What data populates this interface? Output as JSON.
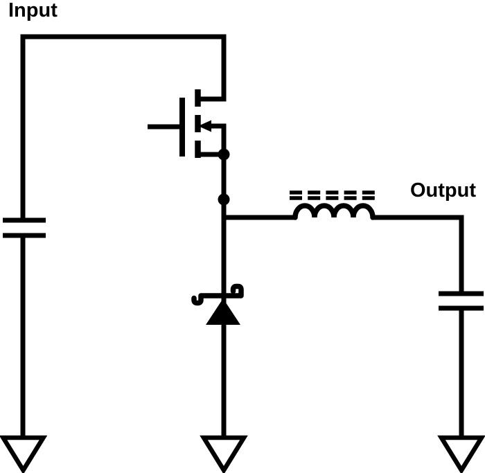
{
  "labels": {
    "input": "Input",
    "output": "Output"
  },
  "colors": {
    "line": "#000000",
    "background": "#ffffff"
  },
  "components": [
    {
      "name": "input-capacitor",
      "type": "capacitor"
    },
    {
      "name": "mosfet",
      "type": "n-channel-mosfet-with-body-diode"
    },
    {
      "name": "schottky-diode",
      "type": "schottky-diode"
    },
    {
      "name": "inductor",
      "type": "inductor-with-core"
    },
    {
      "name": "output-capacitor",
      "type": "capacitor"
    },
    {
      "name": "ground-input",
      "type": "ground"
    },
    {
      "name": "ground-switch",
      "type": "ground"
    },
    {
      "name": "ground-output",
      "type": "ground"
    }
  ]
}
